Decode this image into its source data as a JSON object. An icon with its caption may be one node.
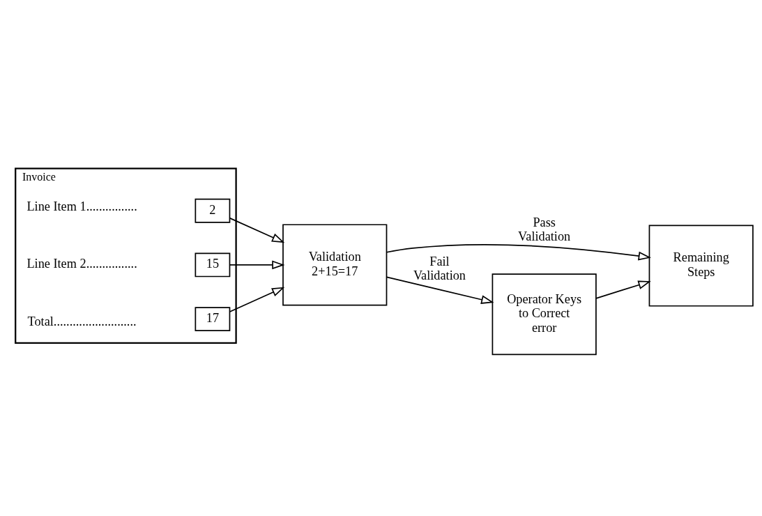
{
  "diagram": {
    "nodes": [
      {
        "text": [
          "Invoice"
        ]
      },
      {
        "text": [
          "2"
        ],
        "in": 0
      },
      {
        "text": [
          "15"
        ],
        "in": 0
      },
      {
        "text": [
          "17"
        ],
        "in": 0
      },
      {
        "text": [
          "Validation 2+15=17"
        ]
      },
      {
        "text": [
          "Remaining Steps"
        ]
      },
      {
        "text": [
          "Operator Keys to Correct error"
        ]
      }
    ],
    "edges": [
      {
        "from": 1,
        "to": 4,
        "arrow": "to"
      },
      {
        "from": 2,
        "to": 4,
        "arrow": "to"
      },
      {
        "from": 3,
        "to": 4,
        "arrow": "to"
      },
      {
        "from": 4,
        "to": 5,
        "arrow": "to",
        "label": "Pass Validation"
      },
      {
        "from": 4,
        "to": 6,
        "arrow": "to",
        "label": "Fail Validation"
      },
      {
        "from": 6,
        "to": 5,
        "arrow": "to"
      }
    ],
    "labels": [
      "Line Item 1................",
      "Line Item 2................",
      "Total.........................."
    ]
  }
}
